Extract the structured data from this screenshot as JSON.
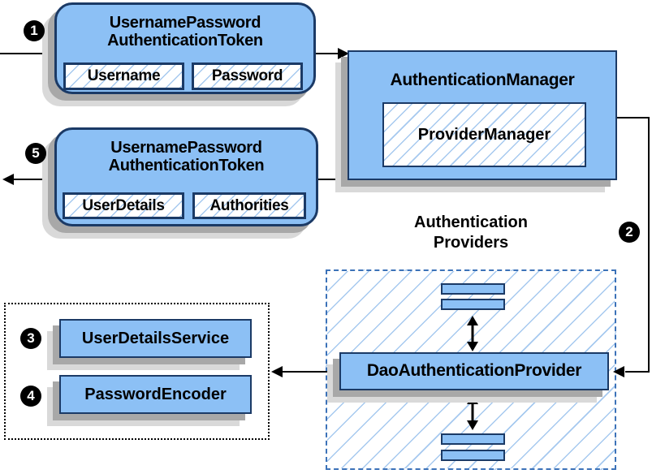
{
  "request_token": {
    "title_line1": "UsernamePassword",
    "title_line2": "AuthenticationToken",
    "field_username": "Username",
    "field_password": "Password"
  },
  "response_token": {
    "title_line1": "UsernamePassword",
    "title_line2": "AuthenticationToken",
    "field_userdetails": "UserDetails",
    "field_authorities": "Authorities"
  },
  "manager": {
    "title": "AuthenticationManager",
    "provider_manager": "ProviderManager"
  },
  "providers": {
    "label_line1": "Authentication",
    "label_line2": "Providers",
    "dao_provider": "DaoAuthenticationProvider"
  },
  "collaborators": {
    "user_details_service": "UserDetailsService",
    "password_encoder": "PasswordEncoder"
  },
  "steps": [
    "1",
    "2",
    "3",
    "4",
    "5"
  ],
  "colors": {
    "box_fill": "#8cc0f5",
    "box_border": "#1b3a66",
    "hatch_line": "#a6c9ef",
    "providers_dashed_border": "#3c72b8",
    "collaborators_dotted_border": "#000000",
    "shadow_dark": "#a8a8a8",
    "shadow_light": "#d9d9d9",
    "connector": "#000000",
    "badge_background": "#000000",
    "badge_text": "#ffffff"
  }
}
